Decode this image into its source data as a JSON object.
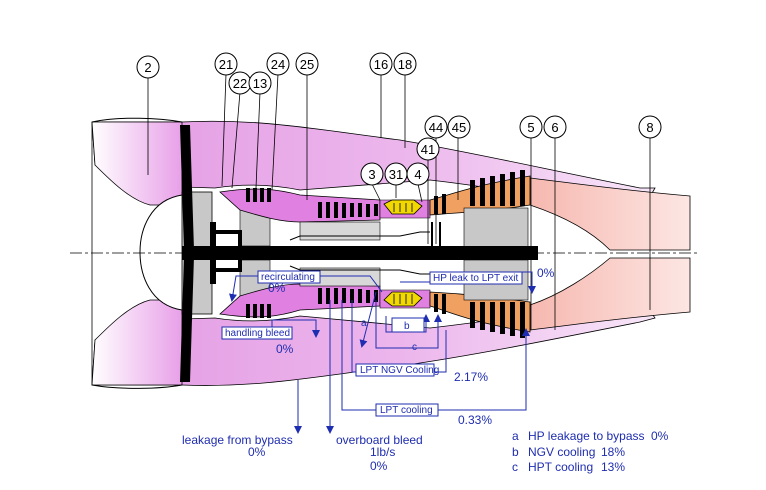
{
  "stations": [
    "2",
    "21",
    "22",
    "13",
    "24",
    "25",
    "16",
    "18",
    "44",
    "45",
    "41",
    "3",
    "31",
    "4",
    "5",
    "6",
    "8"
  ],
  "boxes": {
    "recirculating": "recirculating",
    "handling_bleed": "handling bleed",
    "hp_leak": "HP leak to LPT exit",
    "lpt_ngv": "LPT NGV Cooling",
    "lpt_cooling": "LPT cooling"
  },
  "values": {
    "recirculating": "0%",
    "handling_bleed": "0%",
    "hp_leak": "0%",
    "lpt_ngv": "2.17%",
    "lpt_cooling": "0.33%"
  },
  "letters": {
    "a": "a",
    "b": "b",
    "c": "c"
  },
  "bottom": {
    "leakage_label": "leakage from bypass",
    "leakage_value": "0%",
    "overboard_label": "overboard bleed",
    "overboard_unit": "1lb/s",
    "overboard_value": "0%"
  },
  "legend": [
    {
      "key": "a",
      "label": "HP leakage to bypass",
      "value": "0%"
    },
    {
      "key": "b",
      "label": "NGV cooling",
      "value": "18%"
    },
    {
      "key": "c",
      "label": "HPT cooling",
      "value": "13%"
    }
  ],
  "colors": {
    "bypass": "#e9a8e9",
    "core_compressor": "#e080e0",
    "turbine": "#f0a060",
    "exhaust": "#f8c8c0",
    "combustor": "#f0d800",
    "annotation": "#1f2db0"
  }
}
